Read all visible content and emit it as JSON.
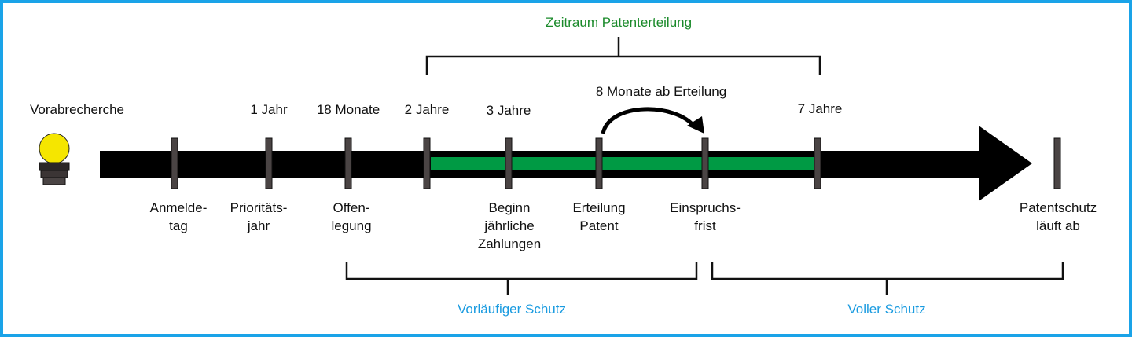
{
  "colors": {
    "border": "#1aa3e8",
    "green_band": "#009a44",
    "green_text": "#1a8a2a",
    "blue_text": "#1a9be0",
    "bulb": "#f5e600"
  },
  "brackets": {
    "top": "Zeitraum Patenterteilung",
    "bottom_left": "Vorläufiger Schutz",
    "bottom_right": "Voller Schutz"
  },
  "top_labels": {
    "vorabrecherche": "Vorabrecherche",
    "one_year": "1 Jahr",
    "eighteen_months": "18 Monate",
    "two_years": "2 Jahre",
    "three_years": "3 Jahre",
    "eight_months": "8 Monate ab Erteilung",
    "seven_years": "7 Jahre"
  },
  "milestones": [
    {
      "line1": "Anmelde-",
      "line2": "tag"
    },
    {
      "line1": "Prioritäts-",
      "line2": "jahr"
    },
    {
      "line1": "Offen-",
      "line2": "legung"
    },
    {
      "line1": "Beginn",
      "line2": "jährliche",
      "line3": "Zahlungen"
    },
    {
      "line1": "Erteilung",
      "line2": "Patent"
    },
    {
      "line1": "Einspruchs-",
      "line2": "frist"
    },
    {
      "line1": "Patentschutz",
      "line2": "läuft ab"
    }
  ]
}
